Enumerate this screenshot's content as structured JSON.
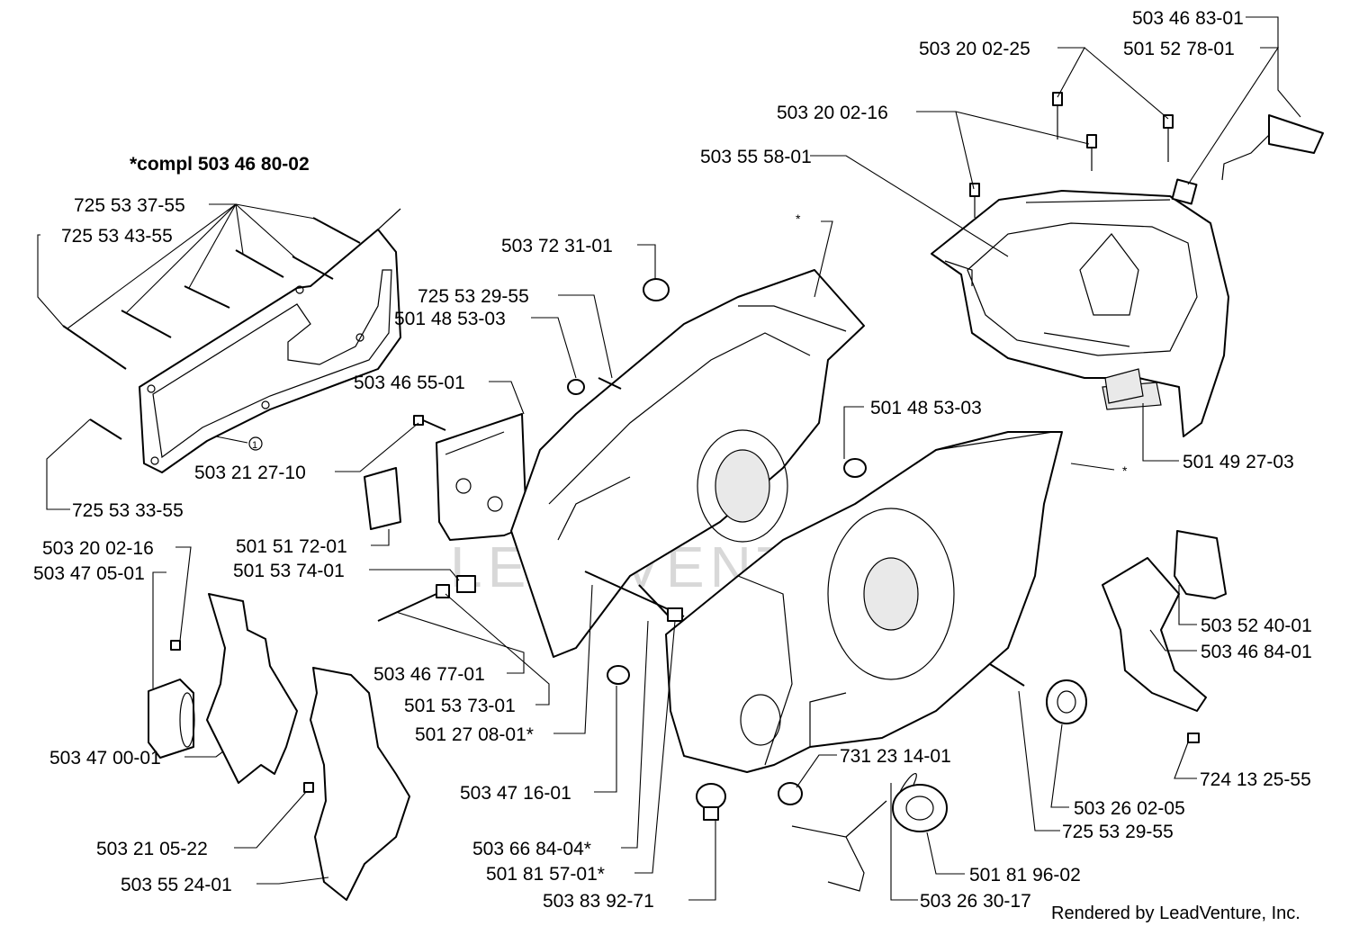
{
  "diagram": {
    "title": "*compl 503 46 80-02",
    "credit": "Rendered by LeadVenture, Inc.",
    "watermark": "LEADVENTURE",
    "asterisk": "*",
    "circle_mark": "1",
    "labels": [
      "503 46 83-01",
      "503 20 02-25",
      "501 52 78-01",
      "503 20 02-16",
      "503 55 58-01",
      "725 53 37-55",
      "725 53 43-55",
      "503 72 31-01",
      "725 53 29-55",
      "501 48 53-03",
      "503 46 55-01",
      "501 48 53-03",
      "501 49 27-03",
      "503 21 27-10",
      "725 53 33-55",
      "501 51 72-01",
      "503 20 02-16",
      "501 53 74-01",
      "503 47 05-01",
      "503 52 40-01",
      "503 46 84-01",
      "503 46 77-01",
      "501 53 73-01",
      "501 27 08-01*",
      "503 47 00-01",
      "731 23 14-01",
      "503 47 16-01",
      "724 13 25-55",
      "503 26 02-05",
      "725 53 29-55",
      "503 21 05-22",
      "503 66 84-04*",
      "503 55 24-01",
      "501 81 57-01*",
      "501 81 96-02",
      "503 83 92-71",
      "503 26 30-17"
    ]
  }
}
